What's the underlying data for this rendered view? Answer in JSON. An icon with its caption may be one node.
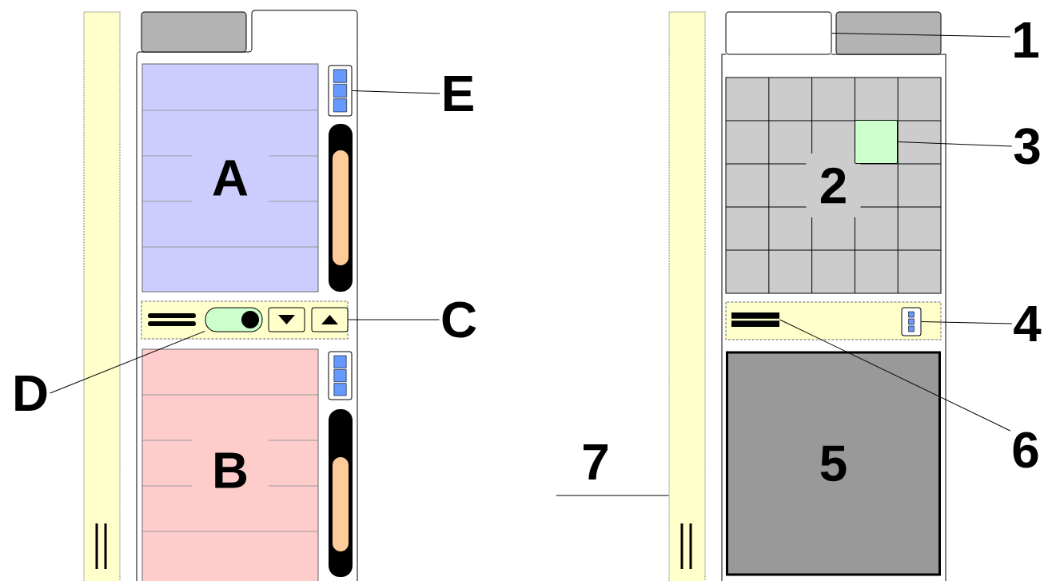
{
  "diagram": {
    "nodes": [
      {
        "text": [
          "A"
        ]
      },
      {
        "text": [
          "B"
        ]
      },
      {
        "text": [
          "2"
        ]
      },
      {
        "text": [
          "5"
        ]
      },
      {
        "text": [
          "E"
        ]
      },
      {
        "text": [
          "C"
        ]
      },
      {
        "text": [
          "D"
        ]
      },
      {
        "text": [
          "1"
        ]
      },
      {
        "text": [
          "3"
        ]
      },
      {
        "text": [
          "4"
        ]
      },
      {
        "text": [
          "6"
        ]
      },
      {
        "text": [
          "7"
        ]
      },
      {
        "text": [],
        "shape": "bar"
      },
      {
        "text": [],
        "shape": "box"
      },
      {
        "text": [],
        "shape": "box"
      },
      {
        "text": [],
        "shape": "box"
      },
      {
        "text": [],
        "shape": "box"
      },
      {
        "text": [],
        "shape": "box"
      },
      {
        "text": [],
        "shape": "box"
      },
      {
        "text": [],
        "shape": "bar"
      },
      {
        "text": [],
        "shape": "box"
      },
      {
        "text": [],
        "shape": "bar"
      },
      {
        "text": [],
        "shape": "box"
      },
      {
        "text": [],
        "shape": "box",
        "in": 2
      },
      {
        "text": [],
        "shape": "box"
      }
    ],
    "edges": [
      {
        "from": 4,
        "to": 17,
        "arrow": "none"
      },
      {
        "from": 5,
        "to": 16,
        "arrow": "none"
      },
      {
        "from": 6,
        "to": 14,
        "arrow": "none"
      },
      {
        "from": 7,
        "to": 20,
        "arrow": "none"
      },
      {
        "from": 8,
        "to": 23,
        "arrow": "none"
      },
      {
        "from": 9,
        "to": 24,
        "arrow": "none"
      },
      {
        "from": 10,
        "to": 21,
        "arrow": "none"
      },
      {
        "from": 11,
        "to": 19,
        "arrow": "none"
      }
    ]
  }
}
